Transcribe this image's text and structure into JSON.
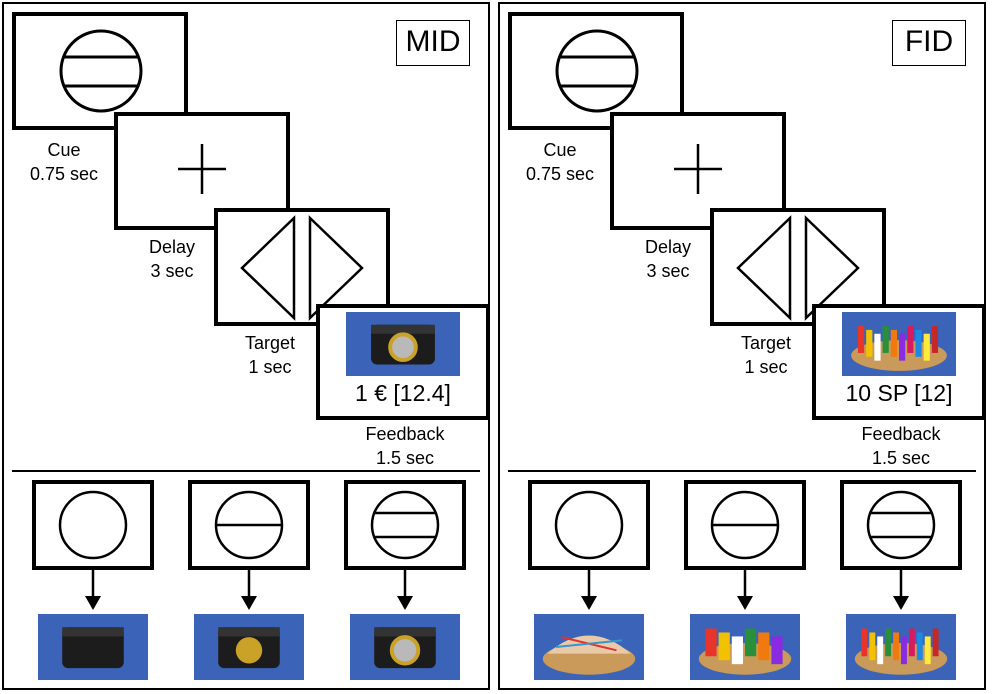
{
  "panels": [
    {
      "tag": "MID",
      "stages": {
        "cue": {
          "label": "Cue",
          "duration": "0.75 sec"
        },
        "delay": {
          "label": "Delay",
          "duration": "3 sec"
        },
        "target": {
          "label": "Target",
          "duration": "1 sec"
        },
        "feedback": {
          "label": "Feedback",
          "duration": "1.5 sec",
          "text": "1 € [12.4]",
          "image": "wallet-with-1-euro-coin-image"
        }
      },
      "outcomes": [
        {
          "cue": "circle-icon",
          "image": "empty-wallet-image"
        },
        {
          "cue": "circle-one-line-icon",
          "image": "wallet-with-gold-coin-image"
        },
        {
          "cue": "circle-two-lines-icon",
          "image": "wallet-with-1-euro-coin-image"
        }
      ]
    },
    {
      "tag": "FID",
      "stages": {
        "cue": {
          "label": "Cue",
          "duration": "0.75 sec"
        },
        "delay": {
          "label": "Delay",
          "duration": "3 sec"
        },
        "target": {
          "label": "Target",
          "duration": "1 sec"
        },
        "feedback": {
          "label": "Feedback",
          "duration": "1.5 sec",
          "text": "10 SP [12]",
          "image": "snack-basket-image"
        }
      },
      "outcomes": [
        {
          "cue": "circle-icon",
          "image": "empty-basket-image"
        },
        {
          "cue": "circle-one-line-icon",
          "image": "small-snack-basket-image"
        },
        {
          "cue": "circle-two-lines-icon",
          "image": "full-snack-basket-image"
        }
      ]
    }
  ],
  "colors": {
    "photo_background": "#3b63b8",
    "wallet": "#1c1c1c",
    "coin_gold": "#c9a227",
    "coin_silver": "#b9b9b9"
  }
}
